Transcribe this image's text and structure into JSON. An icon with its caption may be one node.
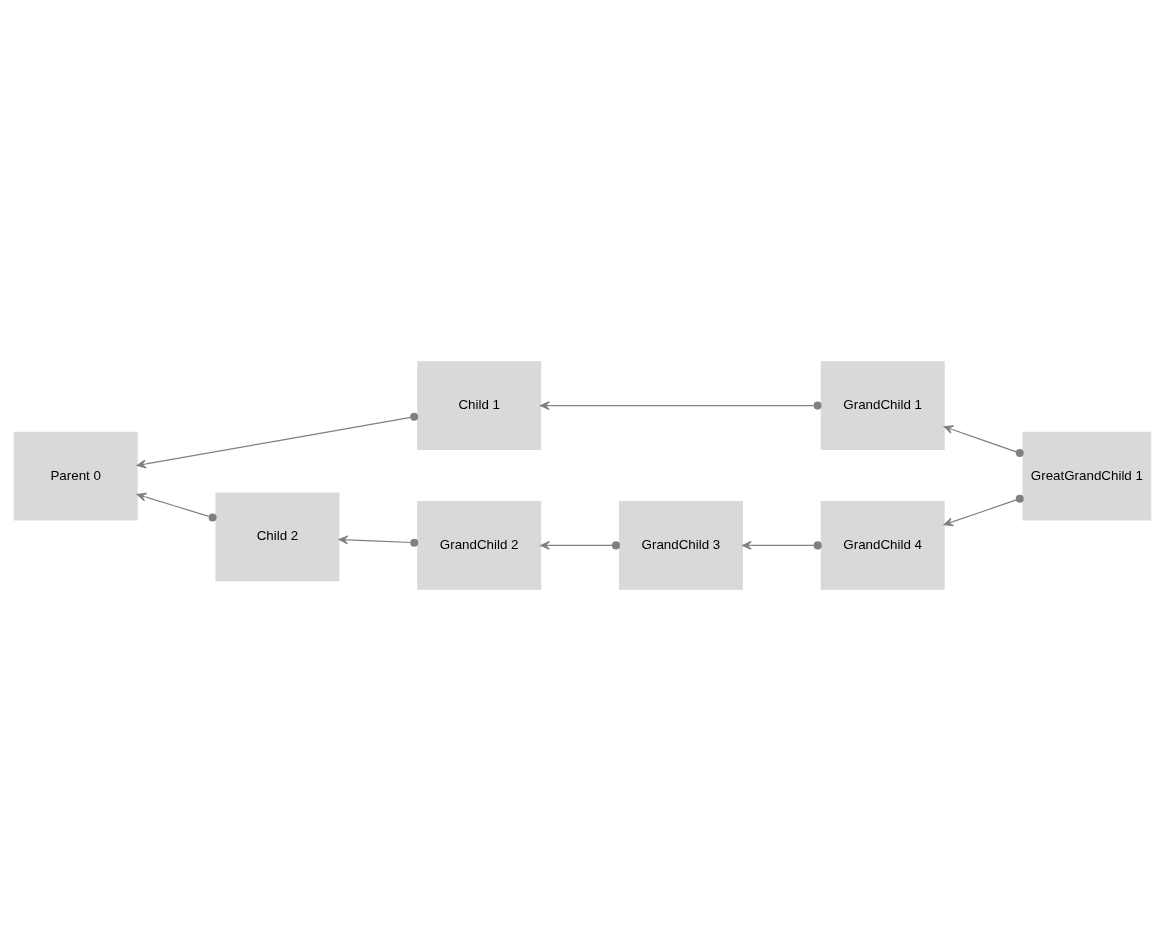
{
  "diagram": {
    "nodes": [
      {
        "text": [
          "Parent 0"
        ]
      },
      {
        "text": [
          "Child 2"
        ]
      },
      {
        "text": [
          "Child 1"
        ]
      },
      {
        "text": [
          "GrandChild 2"
        ]
      },
      {
        "text": [
          "GrandChild 1"
        ]
      },
      {
        "text": [
          "GrandChild 3"
        ]
      },
      {
        "text": [
          "GrandChild 4"
        ]
      },
      {
        "text": [
          "GreatGrandChild 1"
        ]
      }
    ],
    "edges": [
      {
        "from": 1,
        "to": 0,
        "arrow": "to"
      },
      {
        "from": 2,
        "to": 0,
        "arrow": "to"
      },
      {
        "from": 3,
        "to": 1,
        "arrow": "to"
      },
      {
        "from": 4,
        "to": 2,
        "arrow": "to"
      },
      {
        "from": 5,
        "to": 3,
        "arrow": "to"
      },
      {
        "from": 6,
        "to": 5,
        "arrow": "to"
      },
      {
        "from": 7,
        "to": 6,
        "arrow": "to"
      },
      {
        "from": 7,
        "to": 4,
        "arrow": "to"
      }
    ]
  }
}
